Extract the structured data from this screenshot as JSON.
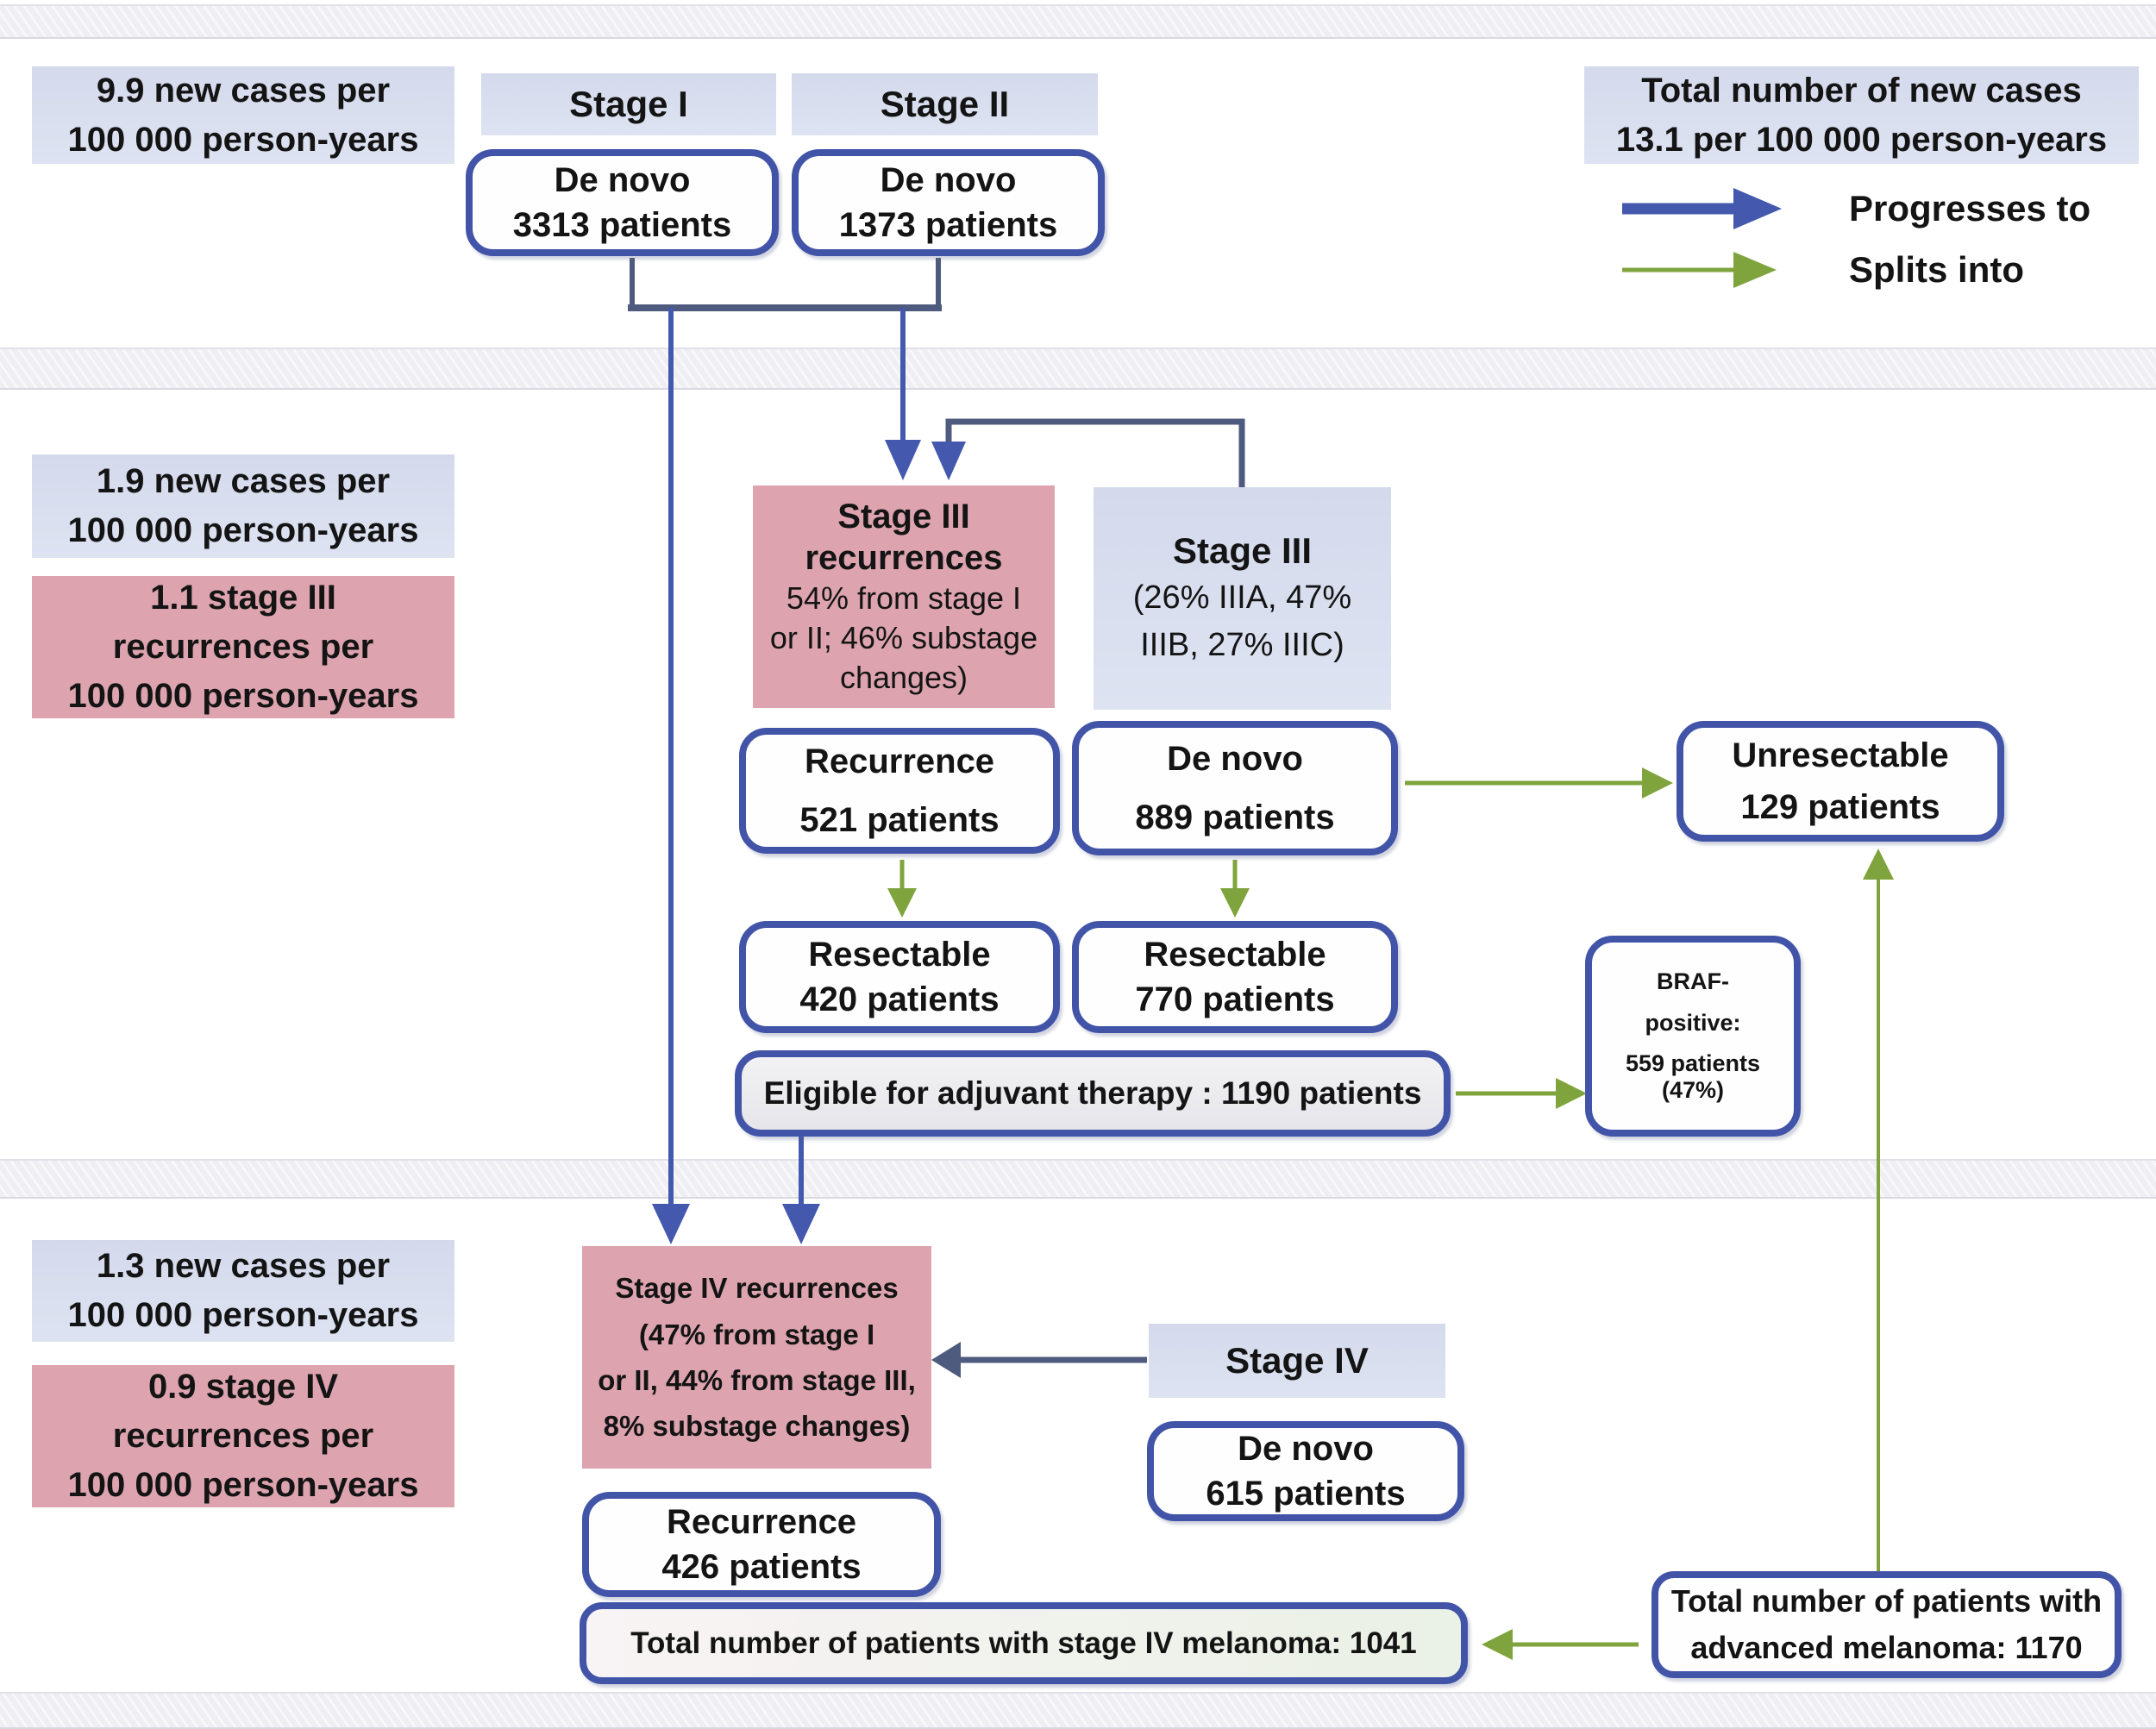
{
  "title": "Melanoma incidence and patient flow diagram",
  "colors": {
    "box_border_blue": "#4254a8",
    "label_fill_blue": "#d9dfef",
    "recurrence_fill_pink": "#dda4af",
    "arrow_progress_blue": "#4459ad",
    "connector_slate": "#4e5b7e",
    "arrow_split_green": "#7fa43d"
  },
  "legend": {
    "total_new_cases_l1": "Total number of new cases",
    "total_new_cases_l2": "13.1 per 100 000 person-years",
    "progresses_to": "Progresses to",
    "splits_into": "Splits into"
  },
  "top": {
    "incidence_l1": "9.9 new cases per",
    "incidence_l2": "100 000 person-years",
    "stage1_label": "Stage I",
    "stage2_label": "Stage II",
    "stage1_denovo_l1": "De novo",
    "stage1_denovo_l2": "3313 patients",
    "stage2_denovo_l1": "De novo",
    "stage2_denovo_l2": "1373 patients"
  },
  "middle": {
    "incidence_l1": "1.9 new cases per",
    "incidence_l2": "100 000 person-years",
    "recurrence_rate_l1": "1.1 stage III",
    "recurrence_rate_l2": "recurrences per",
    "recurrence_rate_l3": "100 000 person-years",
    "stage3rec_l1": "Stage III",
    "stage3rec_l2": "recurrences",
    "stage3rec_l3": "54% from stage I",
    "stage3rec_l4": "or II; 46% substage",
    "stage3rec_l5": "changes)",
    "stage3_l1": "Stage III",
    "stage3_l2": "(26% IIIA, 47%",
    "stage3_l3": "IIIB, 27% IIIC)",
    "recurrence521_l1": "Recurrence",
    "recurrence521_l2": "521 patients",
    "denovo889_l1": "De novo",
    "denovo889_l2": "889 patients",
    "unresectable_l1": "Unresectable",
    "unresectable_l2": "129 patients",
    "resectable420_l1": "Resectable",
    "resectable420_l2": "420 patients",
    "resectable770_l1": "Resectable",
    "resectable770_l2": "770 patients",
    "eligible": "Eligible for adjuvant therapy : 1190 patients",
    "braf_l1": "BRAF-",
    "braf_l2": "positive:",
    "braf_l3": "559 patients (47%)"
  },
  "bottom": {
    "incidence_l1": "1.3 new cases per",
    "incidence_l2": "100 000 person-years",
    "recurrence_rate_l1": "0.9 stage IV",
    "recurrence_rate_l2": "recurrences per",
    "recurrence_rate_l3": "100 000 person-years",
    "stage4rec_l1": "Stage IV recurrences",
    "stage4rec_l2": "(47% from stage I",
    "stage4rec_l3": "or II, 44% from stage III,",
    "stage4rec_l4": "8% substage changes)",
    "stage4_label": "Stage IV",
    "denovo615_l1": "De novo",
    "denovo615_l2": "615 patients",
    "recurrence426_l1": "Recurrence",
    "recurrence426_l2": "426 patients",
    "total_stage4": "Total number of patients with stage IV melanoma: 1041",
    "total_advanced_l1": "Total number of patients with",
    "total_advanced_l2": "advanced melanoma: 1170"
  }
}
